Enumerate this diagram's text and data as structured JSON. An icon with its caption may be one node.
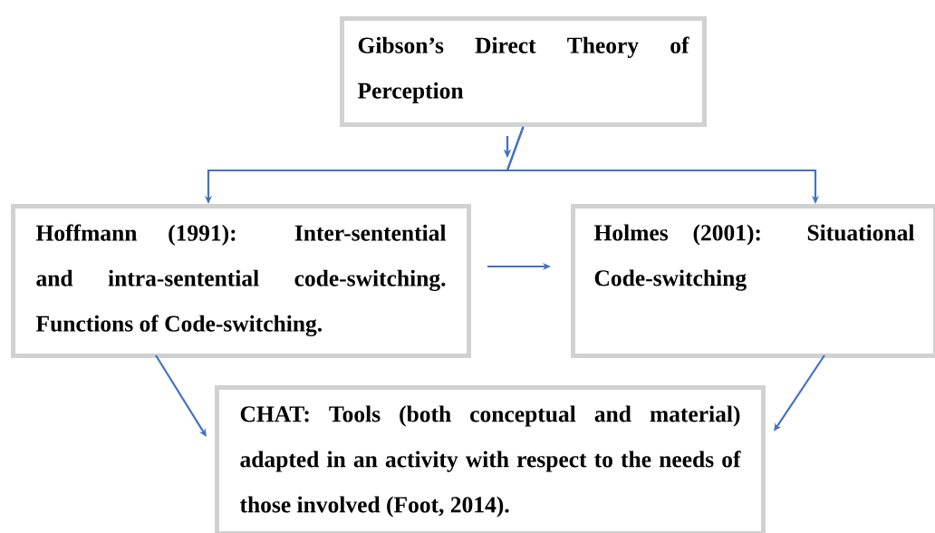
{
  "diagram": {
    "nodes": [
      {
        "text": [
          "Gibson’s Direct Theory of Perception"
        ]
      },
      {
        "text": [
          "Hoffmann (1991): Inter-sentential and intra-sentential code-switching. Functions of Code-switching."
        ]
      },
      {
        "text": [
          "Holmes (2001): Situational Code-switching"
        ]
      },
      {
        "text": [
          "CHAT: Tools (both conceptual and material) adapted in an activity with respect to the needs of those involved (Foot, 2014)."
        ]
      }
    ],
    "edges": [
      {
        "from": 0,
        "to": 1,
        "arrow": "to"
      },
      {
        "from": 0,
        "to": 2,
        "arrow": "to"
      },
      {
        "from": 1,
        "to": 2,
        "arrow": "to"
      },
      {
        "from": 1,
        "to": 3,
        "arrow": "to"
      },
      {
        "from": 2,
        "to": 3,
        "arrow": "to"
      }
    ]
  }
}
